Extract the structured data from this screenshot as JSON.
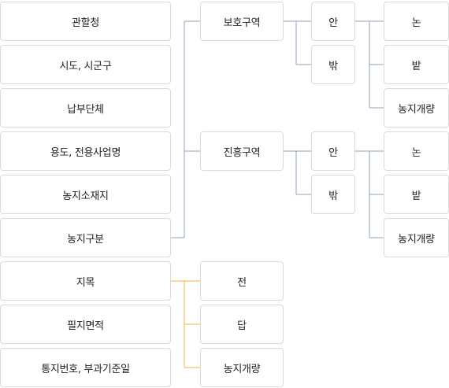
{
  "categories": [
    {
      "label": "관할청"
    },
    {
      "label": "시도, 시군구"
    },
    {
      "label": "납부단체"
    },
    {
      "label": "용도, 전용사업명"
    },
    {
      "label": "농지소재지"
    },
    {
      "label": "농지구분"
    },
    {
      "label": "지목"
    },
    {
      "label": "필지면적"
    },
    {
      "label": "통지번호, 부과기준일"
    }
  ],
  "farmland_zones": [
    {
      "label": "보호구역",
      "positions": [
        {
          "label": "안",
          "types": [
            "논",
            "밭",
            "농지개량"
          ]
        },
        {
          "label": "밖"
        }
      ]
    },
    {
      "label": "진흥구역",
      "positions": [
        {
          "label": "안",
          "types": [
            "논",
            "밭",
            "농지개량"
          ]
        },
        {
          "label": "밖"
        }
      ]
    }
  ],
  "land_categories": [
    "전",
    "답",
    "농지개량"
  ],
  "colors": {
    "border": "#dadada",
    "zone_connector": "#8fa0be",
    "land_connector": "#f0b43c"
  }
}
